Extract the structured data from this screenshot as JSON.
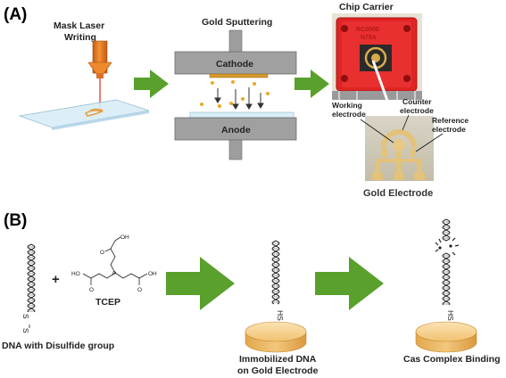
{
  "panel_a": {
    "label": "(A)",
    "laser_title_line1": "Mask Laser",
    "laser_title_line2": "Writing",
    "sputter_title": "Gold Sputtering",
    "cathode": "Cathode",
    "anode": "Anode",
    "chip_title": "Chip Carrier",
    "chip_text_line1": "RC0000",
    "chip_text_line2": "N78A",
    "working_line1": "Working",
    "working_line2": "electrode",
    "counter_line1": "Counter",
    "counter_line2": "electrode",
    "reference_line1": "Reference",
    "reference_line2": "electrode",
    "gold_electrode": "Gold Electrode"
  },
  "panel_b": {
    "label": "(B)",
    "plus": "+",
    "tcep": "TCEP",
    "ho_left": "HO",
    "oh_right": "OH",
    "o_left": "O",
    "o_right": "O",
    "o_top": "O",
    "oh_top": "OH",
    "p_atom": "P",
    "s_top": "S",
    "s_bottom": "S",
    "hs_1": "HS",
    "hs_2": "HS",
    "dna_disulfide": "DNA with Disulfide group",
    "immobilized_line1": "Immobilized DNA",
    "immobilized_line2": "on Gold Electrode",
    "cas_binding": "Cas Complex Binding"
  },
  "colors": {
    "arrow_green": "#5aa02c",
    "chamber_gray": "#9e9e9e",
    "gold": "#e8a92a",
    "chip_red": "#e02424",
    "disk_gold": "#f3c77a",
    "laser_orange": "#ea7a1f"
  }
}
